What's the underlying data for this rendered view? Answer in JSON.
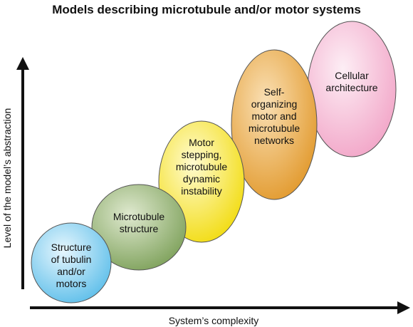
{
  "title": "Models describing microtubule and/or motor systems",
  "axes": {
    "y_label": "Level of the model’s abstraction",
    "x_label": "System’s complexity"
  },
  "bubbles": [
    {
      "lines": [
        "Structure",
        "of tubulin",
        "and/or",
        "motors"
      ],
      "color": "#8fd3f2"
    },
    {
      "lines": [
        "Microtubule",
        "structure"
      ],
      "color": "#a9c48a"
    },
    {
      "lines": [
        "Motor",
        "stepping,",
        "microtubule",
        "dynamic",
        "instability"
      ],
      "color": "#f7ea3c"
    },
    {
      "lines": [
        "Self-",
        "organizing",
        "motor and",
        "microtubule",
        "networks"
      ],
      "color": "#eeac4e"
    },
    {
      "lines": [
        "Cellular",
        "architecture"
      ],
      "color": "#f6b9d4"
    }
  ]
}
